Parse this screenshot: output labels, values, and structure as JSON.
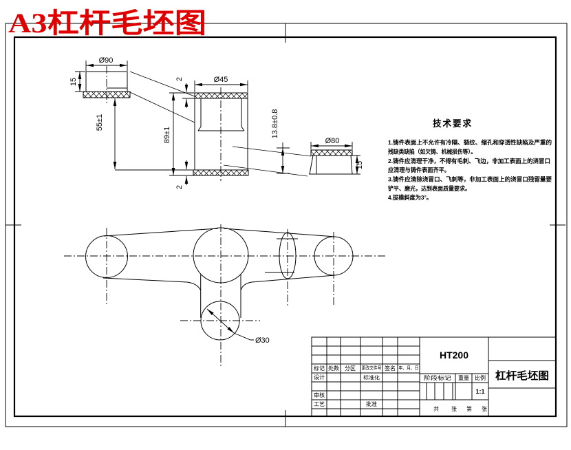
{
  "page_title": "A3杠杆毛坯图",
  "colors": {
    "title_red": "#e00000",
    "line": "#000000",
    "paper": "#ffffff"
  },
  "tech_requirements": {
    "title": "技术要求",
    "lines": [
      "1.铸件表面上不允许有冷隔、裂纹、缩孔和穿透性缺陷及严重的",
      "残缺类缺陷（如欠铸、机械损伤等）。",
      "2.铸件应清理干净，不得有毛刺、飞边，非加工表面上的浇冒口",
      "应清理与铸件表面齐平。",
      "3.铸件应清除浇冒口、飞刺等，非加工表面上的浇冒口残留量要",
      "铲平、磨光，达到表面质量要求。",
      "4.拔模斜度为3°。"
    ]
  },
  "dimensions": {
    "left_boss_dia": "Ø90",
    "left_boss_height": "15",
    "left_to_face": "55±1",
    "mid_boss_dia": "Ø45",
    "mid_boss_height": "89±1",
    "allowance_top": "2",
    "allowance_bottom": "2",
    "face_offset": "13.8±0.8",
    "right_boss_dia": "Ø80",
    "right_boss_height": "15",
    "hole_dia": "Ø30"
  },
  "title_block": {
    "material": "HT200",
    "drawing_title": "杠杆毛坯图",
    "header": [
      "标记",
      "处数",
      "分区",
      "更改文件号",
      "签名",
      "年、月、日"
    ],
    "design": "设计",
    "standardization": "标准化",
    "review": "审核",
    "process": "工艺",
    "approve": "批准",
    "stage_mark": "阶段标记",
    "weight": "重量",
    "scale": "比例",
    "scale_value": "1:1",
    "total": "共",
    "sheet_unit_a": "张",
    "ordinal": "第",
    "sheet_unit_b": "张"
  }
}
